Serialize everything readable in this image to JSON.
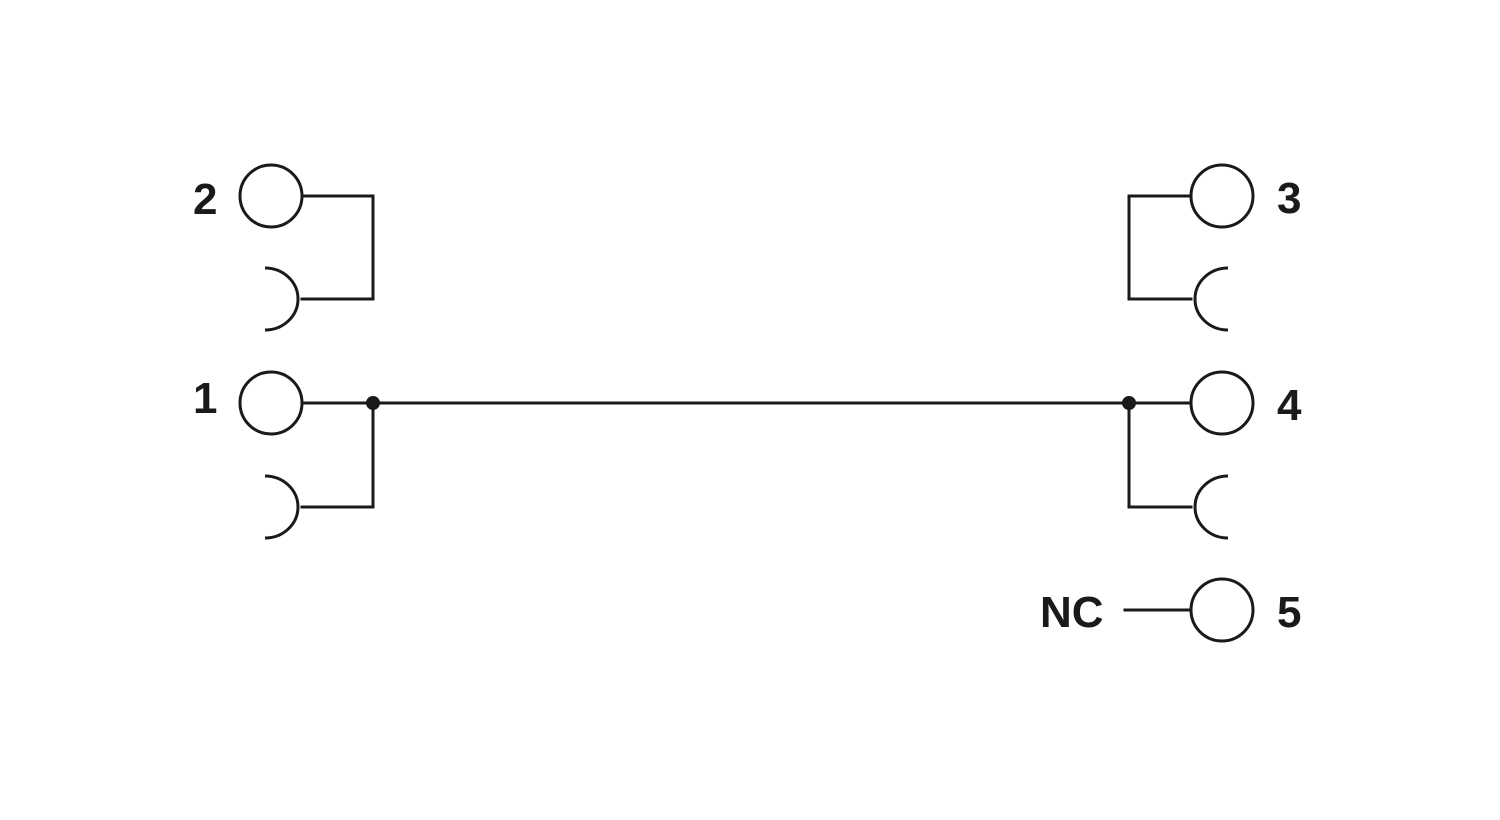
{
  "pins": {
    "pin1": "1",
    "pin2": "2",
    "pin3": "3",
    "pin4": "4",
    "pin5": "5"
  },
  "pin5_connection": "NC",
  "colors": {
    "line": "#1a1a1a",
    "background": "#ffffff"
  }
}
